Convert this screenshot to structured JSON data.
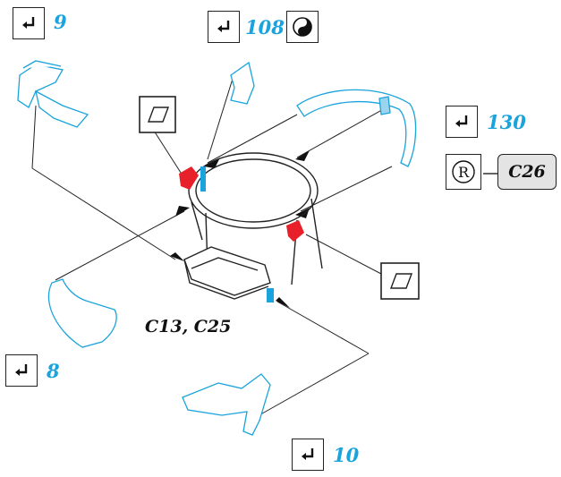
{
  "callouts": [
    {
      "id": "part-9",
      "number": "9",
      "icon": "attach-arrow-icon"
    },
    {
      "id": "part-108",
      "number": "108",
      "icon": "attach-arrow-icon",
      "extra_icon": "yin-yang-icon"
    },
    {
      "id": "part-130",
      "number": "130",
      "icon": "attach-arrow-icon"
    },
    {
      "id": "part-8",
      "number": "8",
      "icon": "attach-arrow-icon"
    },
    {
      "id": "part-10",
      "number": "10",
      "icon": "attach-arrow-icon"
    }
  ],
  "assembly_label": "C13, C25",
  "registered_code": {
    "symbol": "R",
    "code": "C26"
  },
  "colors": {
    "accent": "#1aa3dc",
    "glue_red": "#e8202a",
    "outline": "#222222",
    "pill_fill": "#e4e4e4"
  },
  "icons": [
    "attach-arrow-icon",
    "yin-yang-icon",
    "registered-icon",
    "flat-panel-icon"
  ]
}
